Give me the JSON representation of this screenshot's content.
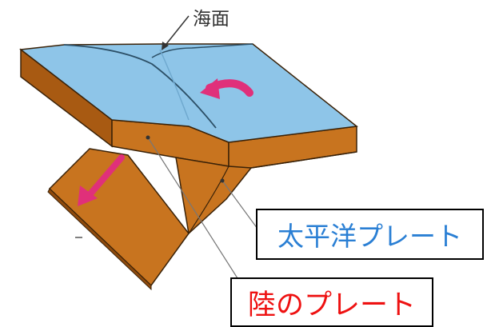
{
  "labels": {
    "sea_surface": "海面",
    "pacific_plate": "太平洋プレート",
    "land_plate": "陸のプレート"
  },
  "colors": {
    "pacific_plate_text": "#2a7fd4",
    "land_plate_text": "#ee1111",
    "water": "#8ec5e8",
    "plate_top": "#c8741f",
    "plate_side": "#a85a12",
    "plate_dark": "#8f4a0c",
    "arrow": "#e0307a"
  },
  "icons": {
    "motion_arrow_top": "curved-arrow-icon",
    "motion_arrow_side": "straight-arrow-icon"
  }
}
